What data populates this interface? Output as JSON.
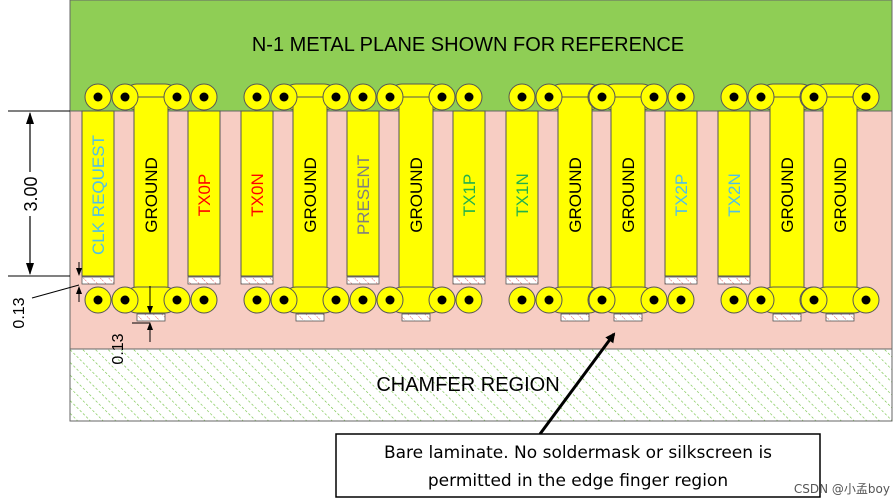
{
  "title": "N-1 METAL PLANE SHOWN FOR REFERENCE",
  "chamfer_label": "CHAMFER REGION",
  "note": {
    "line1": "Bare laminate. No soldermask or silkscreen is",
    "line2": "permitted in the  edge finger region"
  },
  "dimensions": {
    "height": "3.00",
    "gap_left": "0.13",
    "gap_bottom": "0.13"
  },
  "watermark": "CSDN @小孟boy",
  "colors": {
    "metal_plane": "#8fce55",
    "laminate": "#f7cdc3",
    "finger": "#ffff00",
    "outline": "#555555",
    "blue": "#4fc0e8",
    "red": "#ff0000",
    "green": "#22b14c",
    "grey": "#7f7f7f"
  },
  "fingers": [
    {
      "label": "CLK REQUEST",
      "color": "#4fc0e8",
      "kind": "short"
    },
    {
      "label": "GROUND",
      "color": "#000000",
      "kind": "long"
    },
    {
      "label": "TX0P",
      "color": "#ff0000",
      "kind": "short"
    },
    {
      "label": "TX0N",
      "color": "#ff0000",
      "kind": "short"
    },
    {
      "label": "GROUND",
      "color": "#000000",
      "kind": "long"
    },
    {
      "label": "PRESENT",
      "color": "#7f7f7f",
      "kind": "short"
    },
    {
      "label": "GROUND",
      "color": "#000000",
      "kind": "long"
    },
    {
      "label": "TX1P",
      "color": "#22b14c",
      "kind": "short"
    },
    {
      "label": "TX1N",
      "color": "#22b14c",
      "kind": "short"
    },
    {
      "label": "GROUND",
      "color": "#000000",
      "kind": "long"
    },
    {
      "label": "GROUND",
      "color": "#000000",
      "kind": "long"
    },
    {
      "label": "TX2P",
      "color": "#4fc0e8",
      "kind": "short"
    },
    {
      "label": "TX2N",
      "color": "#4fc0e8",
      "kind": "short"
    },
    {
      "label": "GROUND",
      "color": "#000000",
      "kind": "long"
    },
    {
      "label": "GROUND",
      "color": "#000000",
      "kind": "long"
    }
  ]
}
